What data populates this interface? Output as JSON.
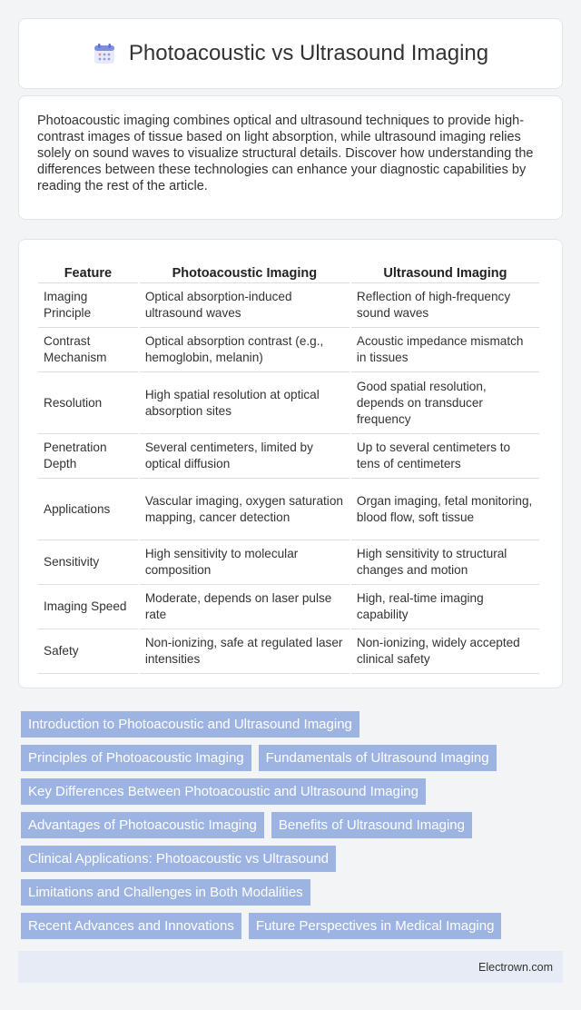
{
  "header": {
    "title": "Photoacoustic vs Ultrasound Imaging",
    "logo_icon": "calendar-icon"
  },
  "intro": {
    "text": "Photoacoustic imaging combines optical and ultrasound techniques to provide high-contrast images of tissue based on light absorption, while ultrasound imaging relies solely on sound waves to visualize structural details. Discover how understanding the differences between these technologies can enhance your diagnostic capabilities by reading the rest of the article."
  },
  "table": {
    "headers": [
      "Feature",
      "Photoacoustic Imaging",
      "Ultrasound Imaging"
    ],
    "rows": [
      [
        "Imaging Principle",
        "Optical absorption-induced ultrasound waves",
        "Reflection of high-frequency sound waves"
      ],
      [
        "Contrast Mechanism",
        "Optical absorption contrast (e.g., hemoglobin, melanin)",
        "Acoustic impedance mismatch in tissues"
      ],
      [
        "Resolution",
        "High spatial resolution at optical absorption sites",
        "Good spatial resolution, depends on transducer frequency"
      ],
      [
        "Penetration Depth",
        "Several centimeters, limited by optical diffusion",
        "Up to several centimeters to tens of centimeters"
      ],
      [
        "Applications",
        "Vascular imaging, oxygen saturation mapping, cancer detection",
        "Organ imaging, fetal monitoring, blood flow, soft tissue"
      ],
      [
        "Sensitivity",
        "High sensitivity to molecular composition",
        "High sensitivity to structural changes and motion"
      ],
      [
        "Imaging Speed",
        "Moderate, depends on laser pulse rate",
        "High, real-time imaging capability"
      ],
      [
        "Safety",
        "Non-ionizing, safe at regulated laser intensities",
        "Non-ionizing, widely accepted clinical safety"
      ]
    ]
  },
  "tags": [
    [
      "Introduction to Photoacoustic and Ultrasound Imaging"
    ],
    [
      "Principles of Photoacoustic Imaging",
      "Fundamentals of Ultrasound Imaging"
    ],
    [
      "Key Differences Between Photoacoustic and Ultrasound Imaging"
    ],
    [
      "Advantages of Photoacoustic Imaging",
      "Benefits of Ultrasound Imaging"
    ],
    [
      "Clinical Applications: Photoacoustic vs Ultrasound"
    ],
    [
      "Limitations and Challenges in Both Modalities"
    ],
    [
      "Recent Advances and Innovations",
      "Future Perspectives in Medical Imaging"
    ]
  ],
  "footer": {
    "text": "Electrown.com"
  },
  "colors": {
    "tag_bg": "#9db4e3",
    "footer_bg": "#e6ebf5",
    "page_bg": "#f3f4f6"
  }
}
